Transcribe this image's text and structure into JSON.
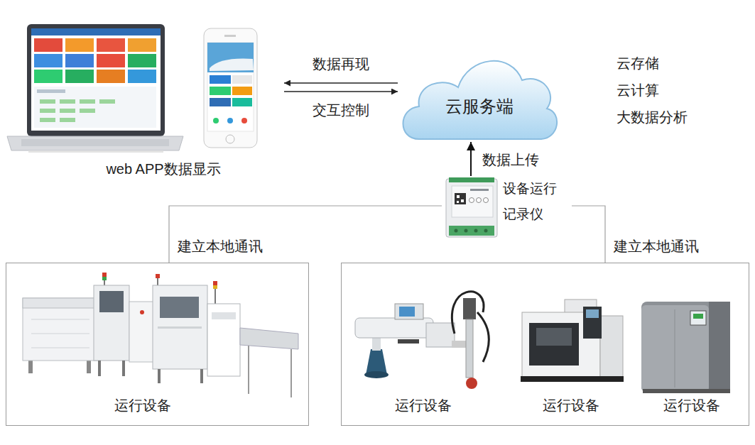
{
  "diagram": {
    "nodes": [
      {
        "text": [
          "web APP数据显示"
        ]
      },
      {
        "text": [
          "云服务端"
        ]
      },
      {
        "text": [
          "设备运行 记录仪"
        ]
      },
      {
        "text": [
          "运行设备"
        ]
      },
      {
        "text": []
      },
      {
        "text": [
          "运行设备"
        ],
        "in": 4
      },
      {
        "text": [
          "运行设备"
        ],
        "in": 4
      },
      {
        "text": [
          "运行设备"
        ],
        "in": 4
      }
    ],
    "edges": [
      {
        "from": 1,
        "to": 0,
        "arrow": "to",
        "label": "数据再现"
      },
      {
        "from": 0,
        "to": 1,
        "arrow": "to",
        "label": "交互控制"
      },
      {
        "from": 2,
        "to": 1,
        "arrow": "to",
        "label": "数据上传"
      },
      {
        "from": 2,
        "to": 3,
        "arrow": "none",
        "label": "建立本地通讯"
      },
      {
        "from": 2,
        "to": 4,
        "arrow": "none",
        "label": "建立本地通讯"
      }
    ],
    "labels": [
      "云存储",
      "云计算",
      "大数据分析"
    ]
  }
}
